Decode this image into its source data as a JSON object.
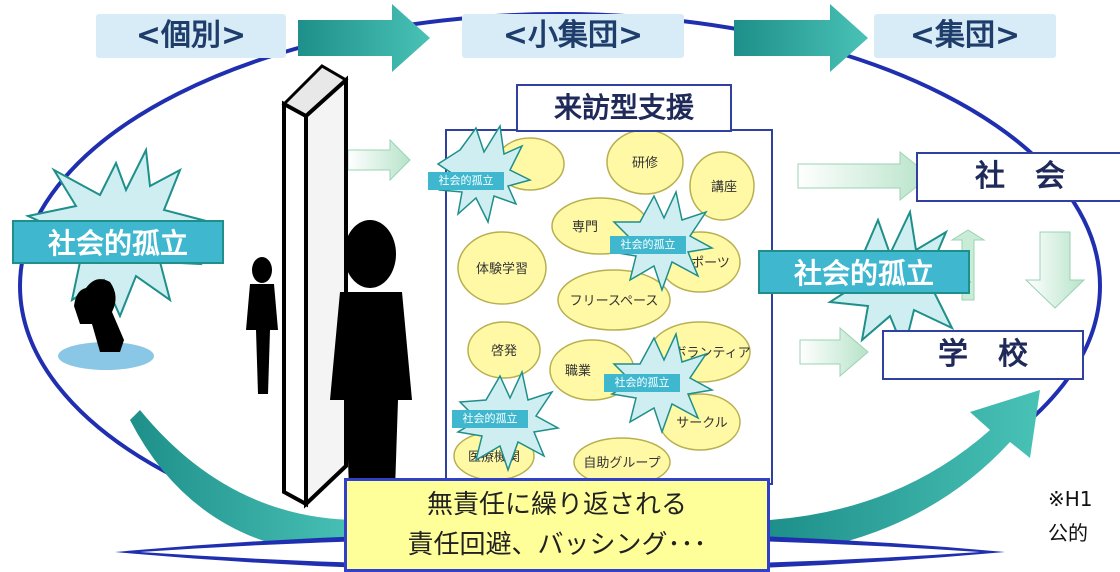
{
  "headers": {
    "individual": "<個別>",
    "small_group": "<小集団>",
    "group": "<集団>"
  },
  "support_box_title": "来訪型支援",
  "isolation_large": "社会的孤立",
  "isolation_small": "社会的孤立",
  "activities": [
    "研修",
    "講座",
    "専門",
    "スポーツ",
    "体験学習",
    "フリースペース",
    "啓発",
    "職業",
    "ボランティア",
    "サークル",
    "医療機関",
    "自助グループ"
  ],
  "destinations": {
    "society": "社　会",
    "school": "学　校"
  },
  "callout": {
    "line1": "無責任に繰り返される",
    "line2": "責任回避、バッシング･･･"
  },
  "note": {
    "line1": "※H1",
    "line2": "公的"
  },
  "colors": {
    "teal_arrow": "#2aa198",
    "ellipse": "#1f2fb0",
    "bubble": "#fff9a6",
    "burst": "#cfeef2",
    "label_blue": "#1f3d6b"
  }
}
